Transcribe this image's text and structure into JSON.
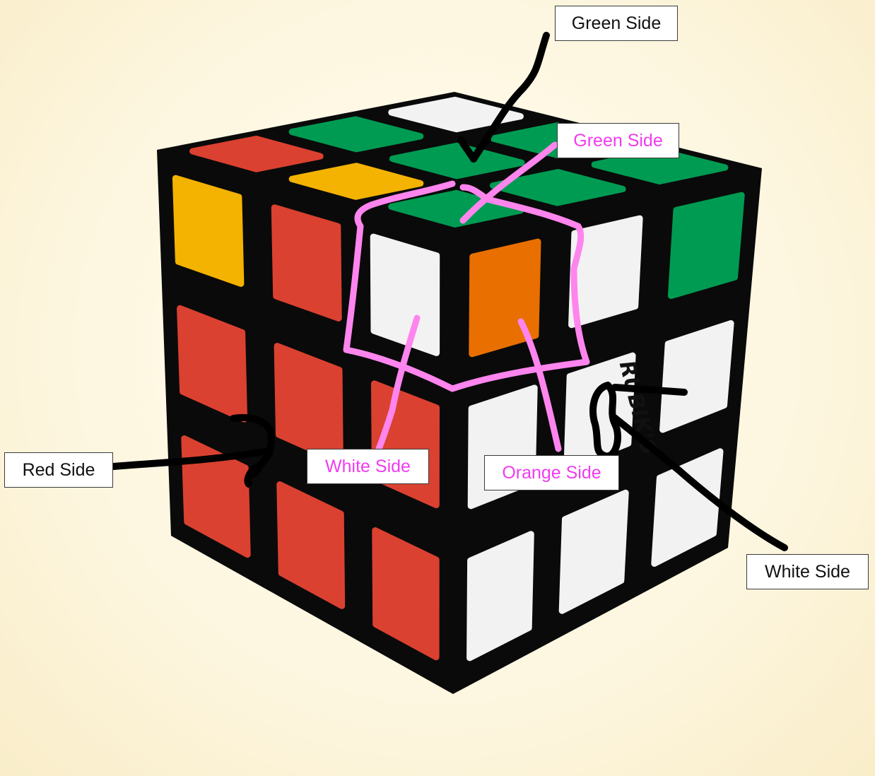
{
  "labels": {
    "green_side_top": "Green Side",
    "green_side_pink": "Green Side",
    "red_side": "Red Side",
    "white_side_pink": "White Side",
    "orange_side_pink": "Orange Side",
    "white_side_right": "White Side"
  },
  "logo_text": "RUBIK'S",
  "colors": {
    "red": "#db4130",
    "green": "#009b52",
    "white": "#f2f2f2",
    "yellow": "#f4b300",
    "orange": "#e86f00",
    "body": "#0a0a0a",
    "pink_annotation": "#ff85ee",
    "black_annotation": "#000000"
  },
  "faces": {
    "top": [
      [
        "red",
        "green",
        "white"
      ],
      [
        "yellow",
        "green",
        "green"
      ],
      [
        "green",
        "green",
        "green"
      ]
    ],
    "left": [
      [
        "yellow",
        "red",
        "white"
      ],
      [
        "red",
        "red",
        "red"
      ],
      [
        "red",
        "red",
        "red"
      ]
    ],
    "right": [
      [
        "orange",
        "white",
        "green"
      ],
      [
        "white",
        "white",
        "white"
      ],
      [
        "white",
        "white",
        "white"
      ]
    ]
  }
}
